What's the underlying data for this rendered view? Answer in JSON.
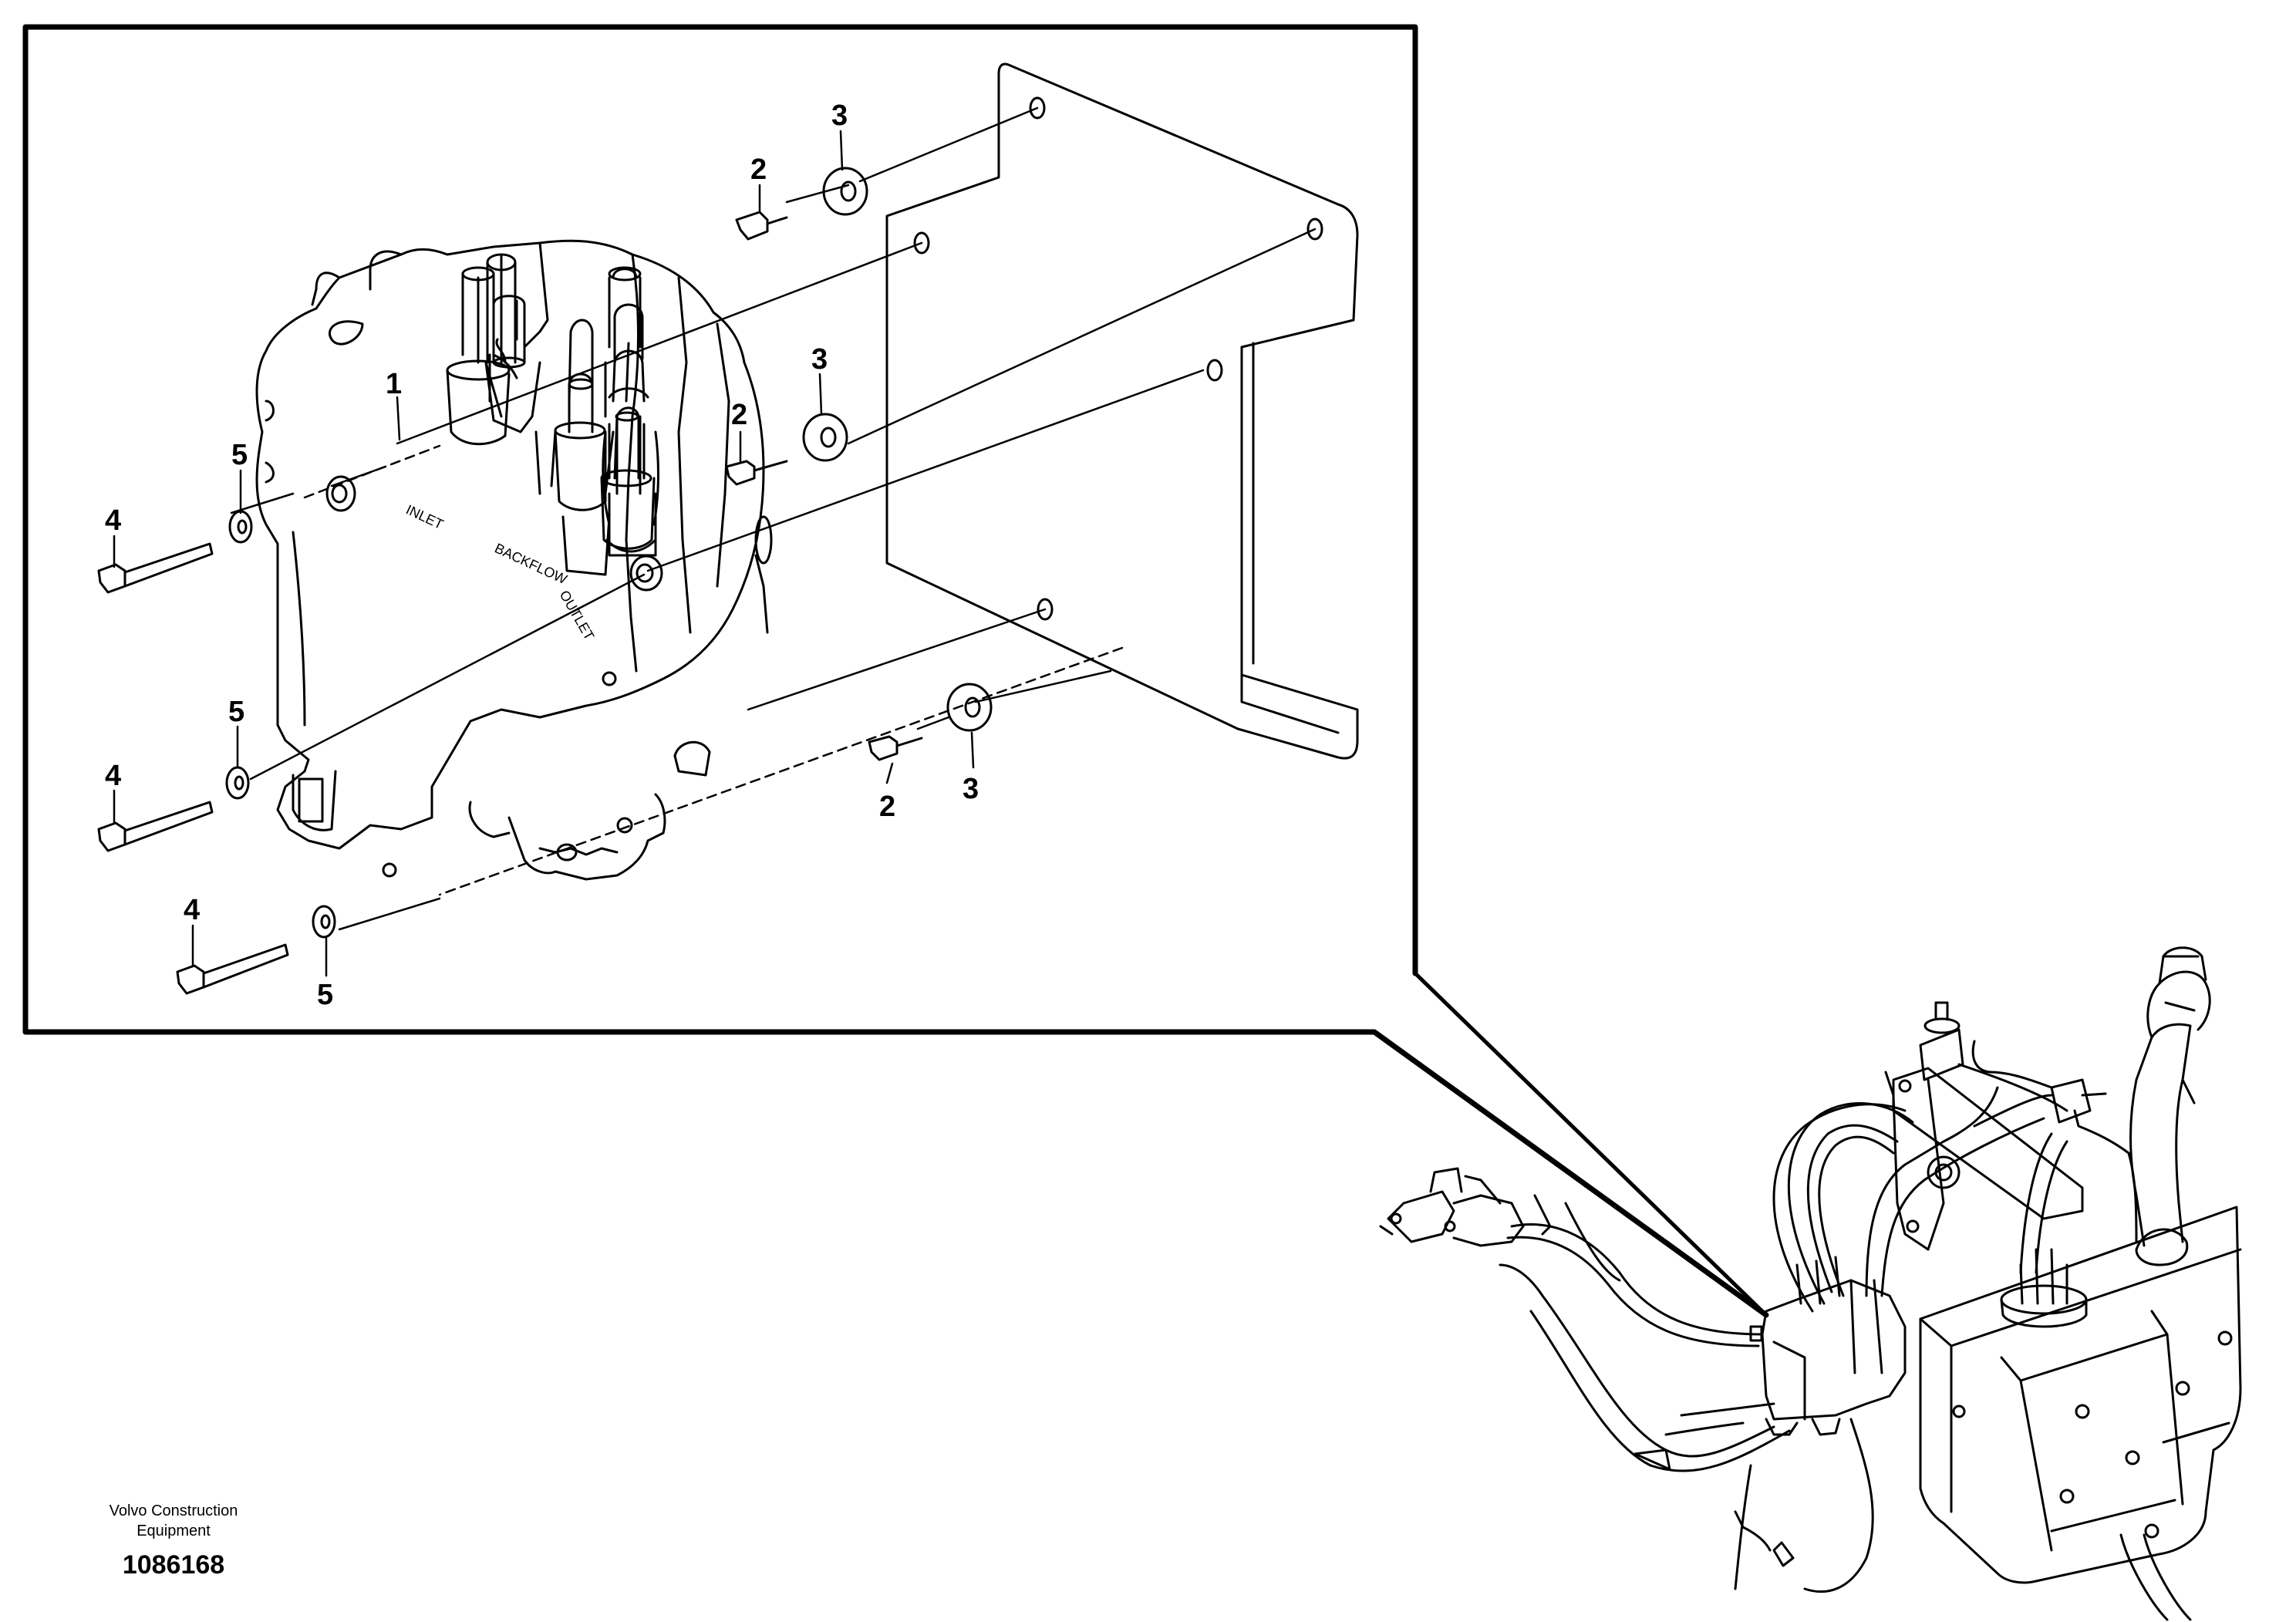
{
  "drawing": {
    "manufacturer": "Volvo Construction Equipment",
    "document_number": "1086168"
  },
  "valve_markings": {
    "inlet": "INLET",
    "backflow": "BACKFLOW",
    "outlet": "OUTLET"
  },
  "callouts": [
    "1",
    "2",
    "3",
    "4",
    "5"
  ],
  "colors": {
    "line": "#000000",
    "background": "#ffffff"
  }
}
